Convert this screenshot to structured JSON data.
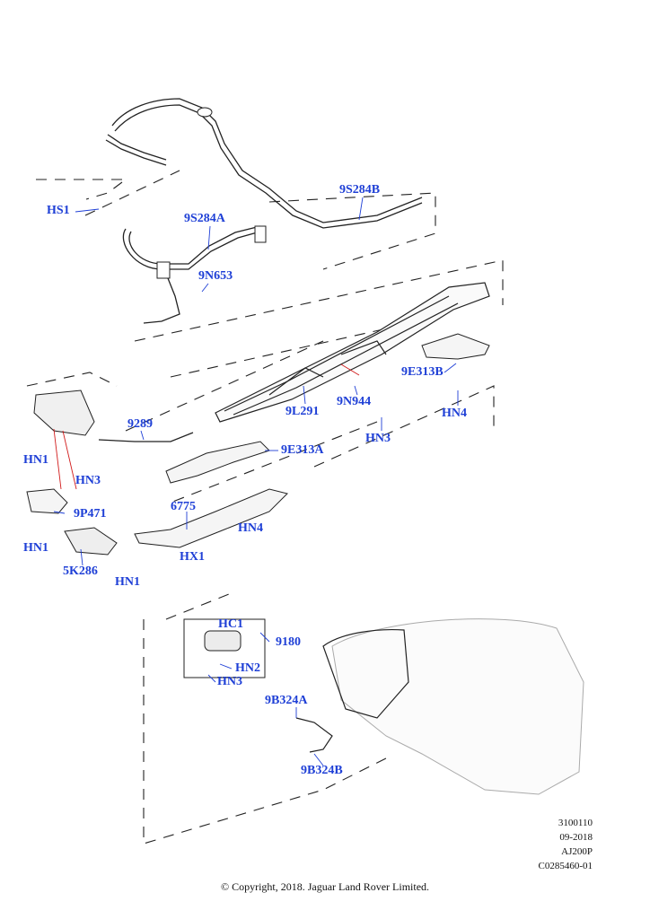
{
  "labels": {
    "hs1": "HS1",
    "p9s284a": "9S284A",
    "p9s284b": "9S284B",
    "p9n653": "9N653",
    "p9e313b": "9E313B",
    "hn4_top": "HN4",
    "p9n944": "9N944",
    "hn3_mid": "HN3",
    "p9l291": "9L291",
    "p9289": "9289",
    "hn1_a": "HN1",
    "hn3_left": "HN3",
    "p9e313a": "9E313A",
    "p9p471": "9P471",
    "hn1_b": "HN1",
    "p5k286": "5K286",
    "hn1_c": "HN1",
    "p6775": "6775",
    "hn4_low": "HN4",
    "hx1": "HX1",
    "hc1": "HC1",
    "p9180": "9180",
    "hn2": "HN2",
    "hn3_low": "HN3",
    "p9b324a": "9B324A",
    "p9b324b": "9B324B"
  },
  "meta": {
    "code1": "3100110",
    "date": "09-2018",
    "model": "AJ200P",
    "ref": "C0285460-01"
  },
  "copyright": "© Copyright, 2018. Jaguar Land Rover Limited.",
  "colors": {
    "label": "#1e3fd6",
    "leader": "#d11a1a",
    "line": "#222222"
  }
}
